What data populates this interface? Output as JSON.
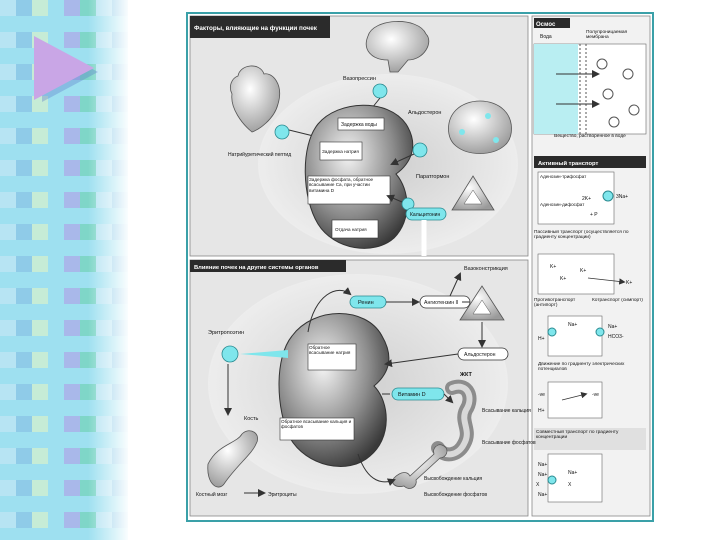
{
  "top_panel": {
    "title": "Факторы, влияющие на функции почек"
  },
  "bottom_panel": {
    "title": "Влияние почек на другие системы органов"
  },
  "top_labels": {
    "vasopressin": "Вазопрессин",
    "aldosterone": "Альдостерон",
    "retention_water": "Задержка воды",
    "retention_sodium": "Задержка натрия",
    "retention_phosphate": "Задержка фосфата, обратное всасывание Ca, при участии витамина D",
    "natriuretic_peptide": "Натрийуретический пептид",
    "parathormone": "Паратгормон",
    "calcitonin": "Кальцитонин",
    "sodium_loss": "Отдача натрия"
  },
  "bottom_labels": {
    "renin": "Ренин",
    "angiotensin": "Ангиотензин II",
    "vasoconstriction": "Вазоконстрикция",
    "aldosterone": "Альдостерон",
    "erythropoietin": "Эритропоэтин",
    "sodium_reabsorption": "Обратное всасывание натрия",
    "vitamin_d": "Витамин D",
    "gi": "ЖКТ",
    "calcium_absorption": "Всасывание кальция",
    "phosphate_absorption": "Всасывание фосфатов",
    "ca_phosphate_reabsorption": "Обратное всасывание кальция и фосфатов",
    "bone": "Кость",
    "bone_marrow": "Костный мозг",
    "erythrocytes": "Эритроциты",
    "calcium_release": "Высвобождение кальция",
    "phosphate_release": "Высвобождение фосфатов"
  },
  "side_panel": {
    "osmosis_title": "Осмос",
    "water_label": "Вода",
    "membrane_label": "Полупроницаемая мембрана",
    "solute_label": "Вещество, растворенное в воде",
    "active_title": "Активный транспорт",
    "active_adenosine_tp": "Аденозин-трифосфат",
    "active_adenosine_dp": "Аденозин-дифосфат",
    "active_3na": "3Na+",
    "active_2k": "2K+",
    "active_p": "+ P",
    "passive_title": "Пассивный транспорт (осуществляется по градиенту концентрации)",
    "k_ion": "K+",
    "antiport_title": "Противотранспорт (антипорт)",
    "cotransport_title": "Котранспорт (симпорт)",
    "na_ion": "Na+",
    "h_ion": "H+",
    "hco3_ion": "HCO3-",
    "electric_title": "Движение по градиенту электрических потенциалов",
    "minus_ve": "-ve",
    "joint_title": "Совместный транспорт по градиенту концентрации",
    "x_label": "X"
  },
  "colors": {
    "accent_cyan": "#7fe6ec",
    "panel_grey": "#d9d9d9",
    "dark": "#222222",
    "frame": "#3aa0a8",
    "deco_purple": "#c9a6e6"
  }
}
